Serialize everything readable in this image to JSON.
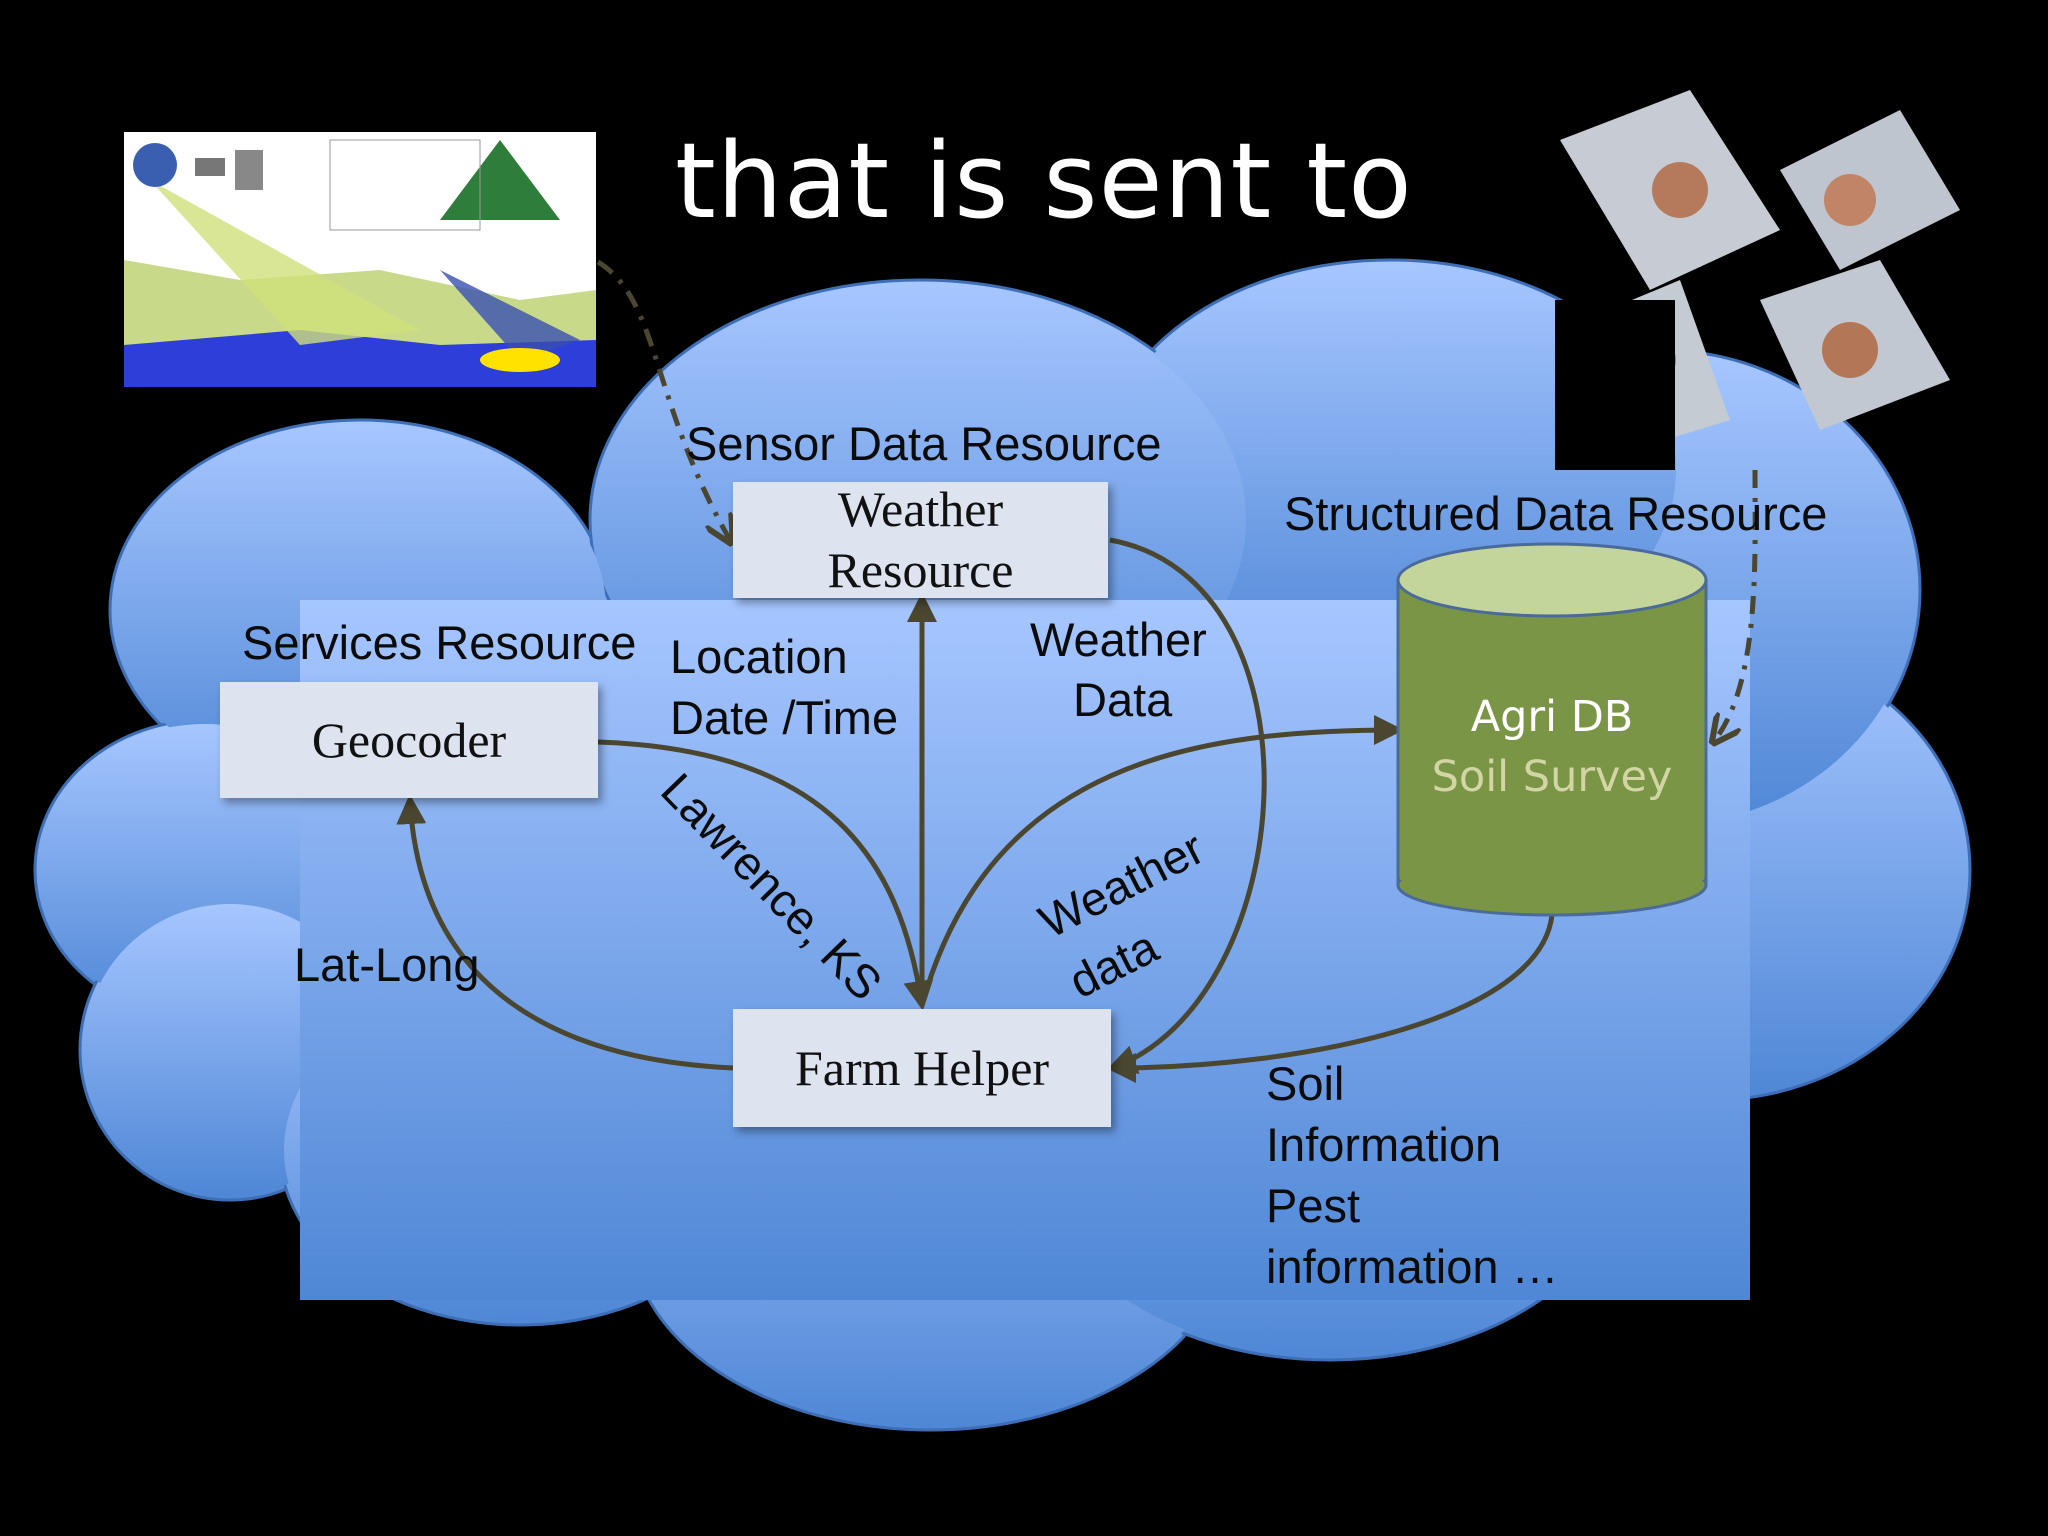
{
  "slide": {
    "title": "that is sent to"
  },
  "diagram": {
    "group_labels": {
      "sensor": "Sensor Data Resource",
      "structured": "Structured Data Resource",
      "services": "Services Resource"
    },
    "nodes": {
      "weather_line1": "Weather",
      "weather_line2": "Resource",
      "geocoder": "Geocoder",
      "farm_helper": "Farm Helper",
      "db_line1": "Agri DB",
      "db_line2": "Soil Survey"
    },
    "edge_labels": {
      "location": "Location",
      "datetime": "Date /Time",
      "weather_data_1": "Weather",
      "weather_data_2": "Data",
      "lawrence": "Lawrence, KS",
      "weather_data_low_1": "Weather",
      "weather_data_low_2": "data",
      "lat_long": "Lat-Long",
      "soil_1": "Soil",
      "soil_2": "Information",
      "soil_3": "Pest",
      "soil_4": "information …"
    },
    "colors": {
      "cloud_top": "#a6c6ff",
      "cloud_bottom": "#4f87d6",
      "arrow": "#4a4630",
      "db_fill": "#7a9545",
      "db_top": "#c3d59a",
      "db_subtext": "#d3d6a4"
    }
  }
}
